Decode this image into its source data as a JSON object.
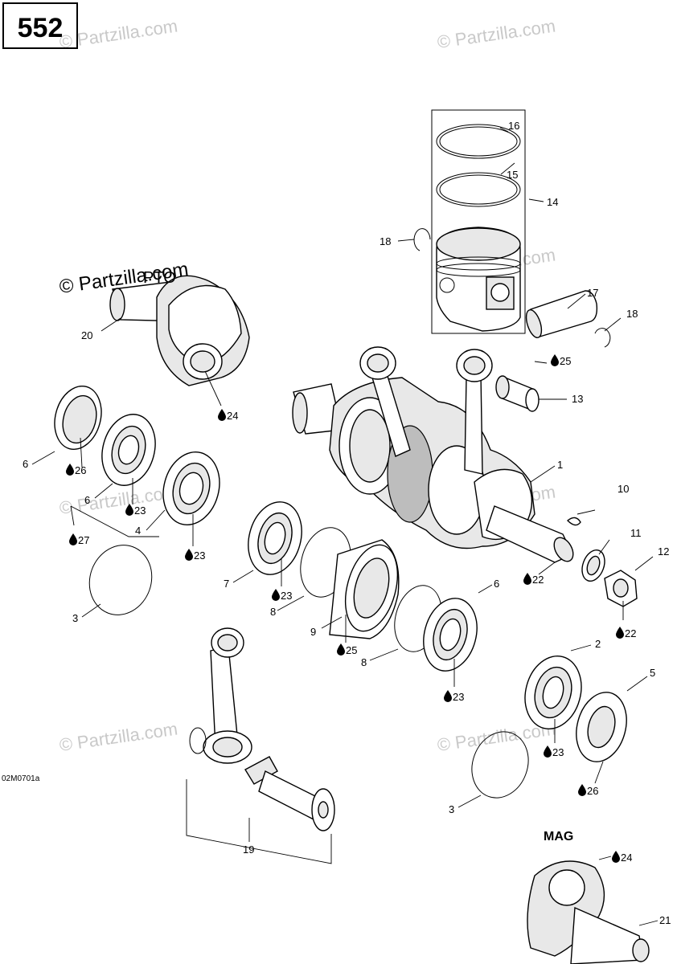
{
  "page_number": "552",
  "figure_code": "02M0701a",
  "section_labels": {
    "pto": "PTO",
    "mag": "MAG"
  },
  "watermark": "© Partzilla.com",
  "callouts": {
    "c1": "1",
    "c2": "2",
    "c3a": "3",
    "c3b": "3",
    "c4": "4",
    "c5": "5",
    "c6a": "6",
    "c6b": "6",
    "c6c": "6",
    "c7": "7",
    "c8a": "8",
    "c8b": "8",
    "c9": "9",
    "c10": "10",
    "c11": "11",
    "c12": "12",
    "c13": "13",
    "c14": "14",
    "c15": "15",
    "c16": "16",
    "c17": "17",
    "c18a": "18",
    "c18b": "18",
    "c19": "19",
    "c20": "20",
    "c21": "21"
  },
  "lubricant_refs": {
    "l22a": "22",
    "l22b": "22",
    "l23a": "23",
    "l23b": "23",
    "l23c": "23",
    "l23d": "23",
    "l23e": "23",
    "l24a": "24",
    "l24b": "24",
    "l25a": "25",
    "l25b": "25",
    "l26a": "26",
    "l26b": "26",
    "l27": "27"
  }
}
